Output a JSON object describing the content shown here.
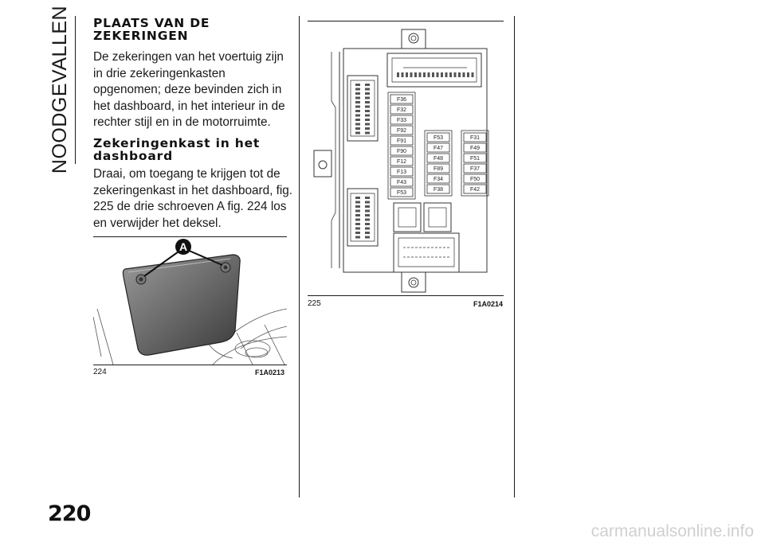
{
  "section_tab": "NOODGEVALLEN",
  "page_number": "220",
  "heading_1": "PLAATS VAN DE\nZEKERINGEN",
  "paragraph_1": "De zekeringen van het voertuig zijn in drie zekeringenkasten opgenomen; deze bevinden zich in het dashboard, in het interieur in de rechter stijl en in de motorruimte.",
  "heading_2": "Zekeringenkast in het\ndashboard",
  "paragraph_2": "Draai, om toegang te krijgen tot de zekeringenkast in het dashboard, fig. 225 de drie schroeven A fig. 224 los en verwijder het deksel.",
  "figure_224": {
    "number": "224",
    "code": "F1A0213",
    "callout": "A"
  },
  "figure_225": {
    "number": "225",
    "code": "F1A0214",
    "fuse_columns": [
      [
        "F36",
        "F32",
        "F33",
        "F92",
        "F91",
        "F90",
        "F12",
        "F13",
        "F43",
        "F53"
      ],
      [
        "F53",
        "F47",
        "F48",
        "F89",
        "F34",
        "F38"
      ],
      [
        "F31",
        "F49",
        "F51",
        "F37",
        "F50",
        "F42"
      ]
    ]
  },
  "watermark": "carmanualsonline.info"
}
